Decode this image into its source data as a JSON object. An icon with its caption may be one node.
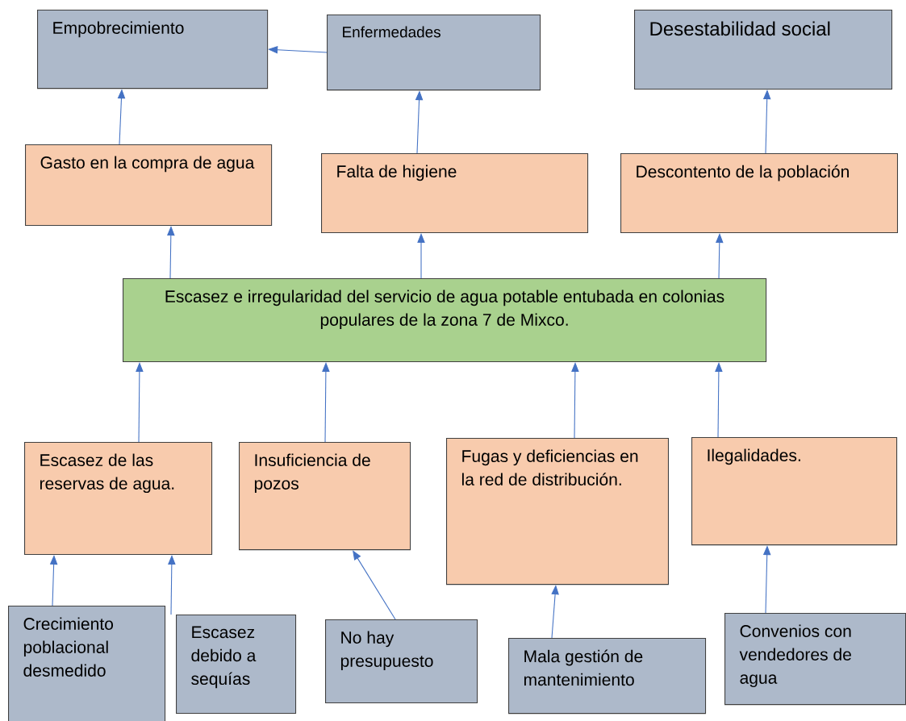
{
  "diagram": {
    "nodes": [
      {
        "text": [
          "Empobrecimiento"
        ]
      },
      {
        "text": [
          "Enfermedades"
        ]
      },
      {
        "text": [
          "Desestabilidad social"
        ]
      },
      {
        "text": [
          "Gasto en la compra de agua"
        ]
      },
      {
        "text": [
          "Falta de higiene"
        ]
      },
      {
        "text": [
          "Descontento de la población"
        ]
      },
      {
        "text": [
          "Escasez e irregularidad del servicio de agua potable entubada en colonias populares de la zona 7 de Mixco."
        ]
      },
      {
        "text": [
          "Escasez de las reservas de agua."
        ]
      },
      {
        "text": [
          "Insuficiencia de pozos"
        ]
      },
      {
        "text": [
          "Fugas y deficiencias en la red de distribución."
        ]
      },
      {
        "text": [
          "Ilegalidades."
        ]
      },
      {
        "text": [
          "Crecimiento poblacional desmedido"
        ]
      },
      {
        "text": [
          "Escasez debido a sequías"
        ]
      },
      {
        "text": [
          "No hay presupuesto"
        ]
      },
      {
        "text": [
          "Mala gestión de mantenimiento"
        ]
      },
      {
        "text": [
          "Convenios con vendedores de agua"
        ]
      }
    ],
    "edges": [
      {
        "from": 1,
        "to": 0,
        "arrow": "to"
      },
      {
        "from": 3,
        "to": 0,
        "arrow": "to"
      },
      {
        "from": 4,
        "to": 1,
        "arrow": "to"
      },
      {
        "from": 5,
        "to": 2,
        "arrow": "to"
      },
      {
        "from": 6,
        "to": 3,
        "arrow": "to"
      },
      {
        "from": 6,
        "to": 4,
        "arrow": "to"
      },
      {
        "from": 6,
        "to": 5,
        "arrow": "to"
      },
      {
        "from": 7,
        "to": 6,
        "arrow": "to"
      },
      {
        "from": 8,
        "to": 6,
        "arrow": "to"
      },
      {
        "from": 9,
        "to": 6,
        "arrow": "to"
      },
      {
        "from": 10,
        "to": 6,
        "arrow": "to"
      },
      {
        "from": 11,
        "to": 7,
        "arrow": "to"
      },
      {
        "from": 12,
        "to": 7,
        "arrow": "to"
      },
      {
        "from": 13,
        "to": 8,
        "arrow": "to"
      },
      {
        "from": 14,
        "to": 9,
        "arrow": "to"
      },
      {
        "from": 15,
        "to": 10,
        "arrow": "to"
      }
    ]
  }
}
